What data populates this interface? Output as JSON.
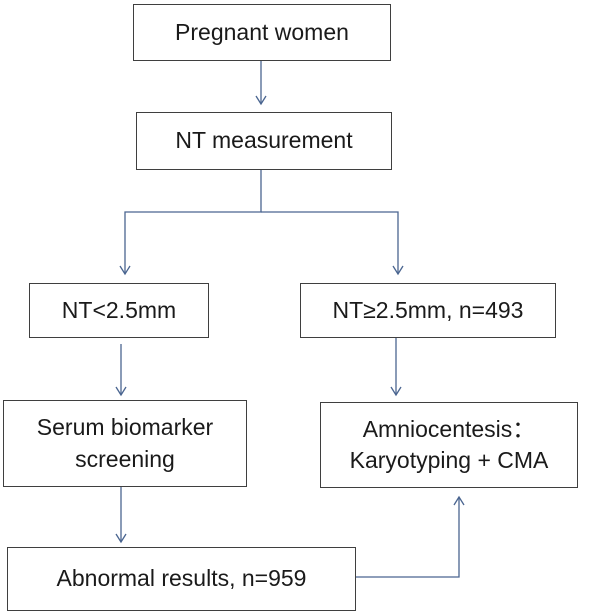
{
  "nodes": {
    "pregnant": {
      "lines": [
        "Pregnant women"
      ]
    },
    "nt": {
      "lines": [
        "NT measurement"
      ]
    },
    "nt_low": {
      "lines": [
        "NT<2.5mm"
      ]
    },
    "nt_high": {
      "lines": [
        "NT≥2.5mm, n=493"
      ]
    },
    "serum": {
      "lines": [
        "Serum biomarker",
        "screening"
      ]
    },
    "amnio": {
      "lines": [
        "Amniocentesis：",
        "Karyotyping + CMA"
      ]
    },
    "abnormal": {
      "lines": [
        "Abnormal results, n=959"
      ]
    }
  },
  "edges": [
    {
      "from": "pregnant",
      "to": "nt"
    },
    {
      "from": "nt",
      "to": "nt_low"
    },
    {
      "from": "nt",
      "to": "nt_high"
    },
    {
      "from": "nt_low",
      "to": "serum"
    },
    {
      "from": "nt_high",
      "to": "amnio"
    },
    {
      "from": "serum",
      "to": "abnormal"
    },
    {
      "from": "abnormal",
      "to": "amnio"
    }
  ],
  "colors": {
    "box_border": "#3f3f3f",
    "connector": "#4a6590",
    "text": "#1a1a1a",
    "background": "#ffffff"
  }
}
